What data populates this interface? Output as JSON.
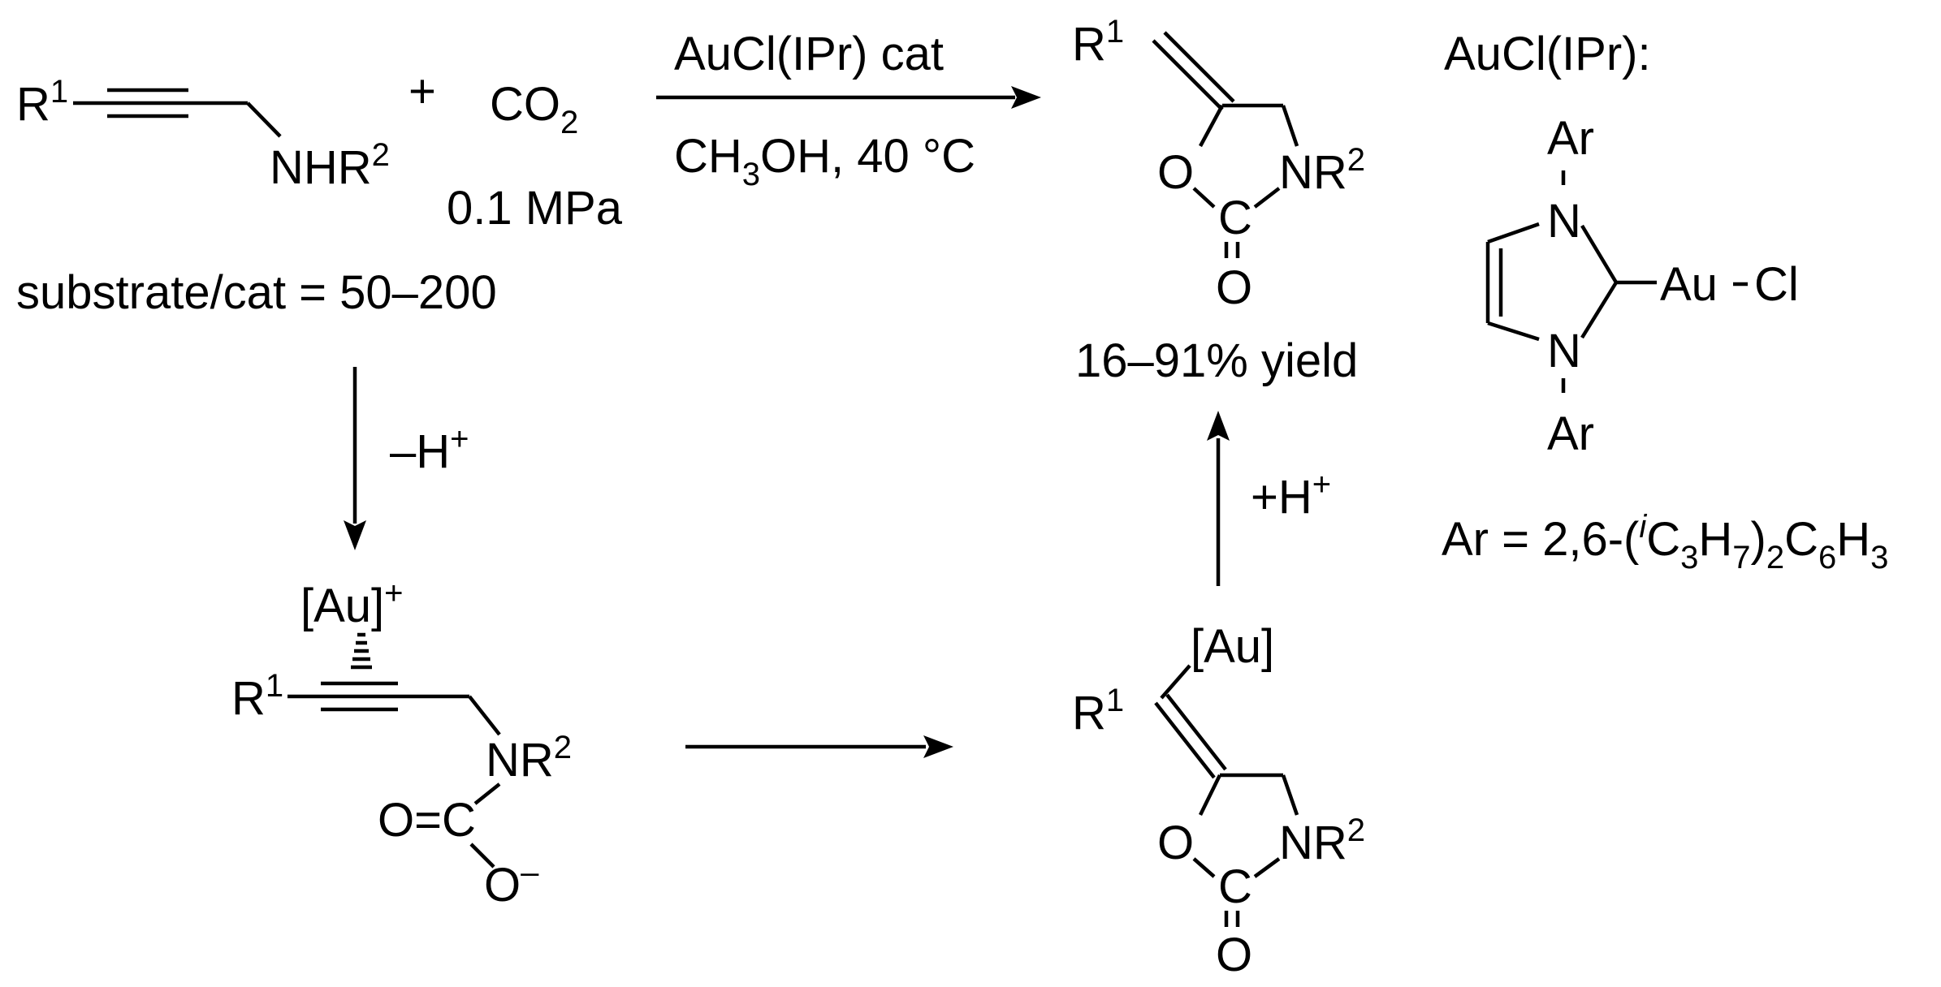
{
  "reaction": {
    "substrate": {
      "r1": "R",
      "r1_sup": "1",
      "amine": "NHR",
      "amine_sup": "2"
    },
    "plus": "+",
    "co2": {
      "main": "CO",
      "sub": "2"
    },
    "pressure": "0.1 MPa",
    "ratio": "substrate/cat = 50–200",
    "conditions": {
      "catalyst": "AuCl(IPr) cat",
      "solvent_main": "CH",
      "solvent_sub": "3",
      "solvent_rest": "OH, 40 °C"
    },
    "product": {
      "r1": "R",
      "r1_sup": "1",
      "o_ring": "O",
      "n_ring": "NR",
      "n_sup": "2",
      "c_ring": "C",
      "o_carbonyl": "O",
      "yield": "16–91% yield"
    }
  },
  "catalyst_info": {
    "title": "AuCl(IPr):",
    "ar_top": "Ar",
    "ar_bottom": "Ar",
    "n_top": "N",
    "n_bottom": "N",
    "metal": "Au",
    "halide": "Cl",
    "ar_def_prefix": "Ar = 2,6-(",
    "ar_def_i": "i",
    "ar_def_c": "C",
    "ar_def_3": "3",
    "ar_def_h": "H",
    "ar_def_7": "7",
    "ar_def_close": ")",
    "ar_def_2": "2",
    "ar_def_c6": "C",
    "ar_def_6": "6",
    "ar_def_h3": "H",
    "ar_def_3b": "3"
  },
  "mechanism": {
    "step1": {
      "main": "–H",
      "sup": "+"
    },
    "step3": {
      "main": "+H",
      "sup": "+"
    },
    "intermediate1": {
      "au": "[Au]",
      "au_sup": "+",
      "r1": "R",
      "r1_sup": "1",
      "n": "NR",
      "n_sup": "2",
      "carbonyl": "O=C",
      "oxide": "O",
      "oxide_sup": "–"
    },
    "intermediate2": {
      "au": "[Au]",
      "r1": "R",
      "r1_sup": "1",
      "o_ring": "O",
      "n_ring": "NR",
      "n_sup": "2",
      "c_ring": "C",
      "o_carbonyl": "O"
    }
  }
}
